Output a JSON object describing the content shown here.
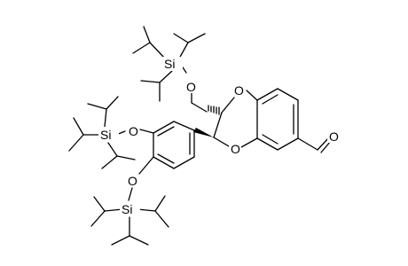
{
  "molecule": {
    "atom_labels": {
      "si_top": "Si",
      "o_top": "O",
      "o_ring1": "O",
      "o_ring2": "O",
      "o_aldehyde": "O",
      "si_mid": "Si",
      "o_mid": "O",
      "o_low": "O",
      "si_low": "Si"
    }
  }
}
